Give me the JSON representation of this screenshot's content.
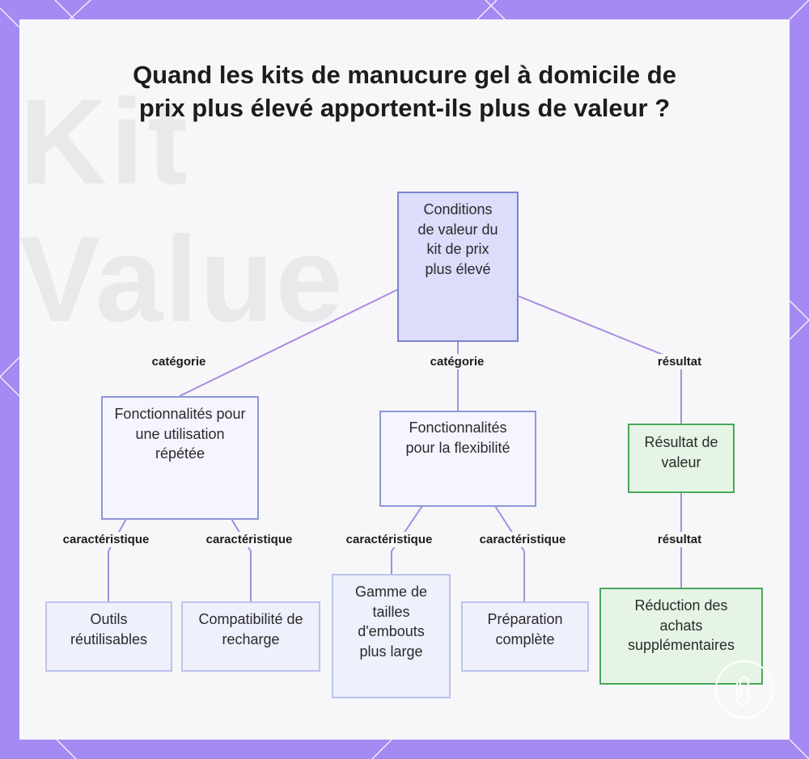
{
  "title": "Quand les kits de manucure gel à domicile de prix plus élevé apportent-ils plus de valeur ?",
  "watermark": {
    "word1": "Kit",
    "word2": "Value"
  },
  "nodes": {
    "root": "Conditions de valeur du kit de prix plus élevé",
    "repeated_use": "Fonctionnalités pour une utilisation répétée",
    "flexibility": "Fonctionnalités pour la flexibilité",
    "value_result": "Résultat de valeur",
    "reusable_tools": "Outils réutilisables",
    "refill": "Compatibilité de recharge",
    "tip_sizes": "Gamme de tailles d'embouts plus large",
    "full_prep": "Préparation complète",
    "fewer_purchases": "Réduction des achats supplémentaires"
  },
  "edges": {
    "root_repeated": "catégorie",
    "root_flexibility": "catégorie",
    "root_result": "résultat",
    "repeated_tools": "caractéristique",
    "repeated_refill": "caractéristique",
    "flex_tips": "caractéristique",
    "flex_prep": "caractéristique",
    "result_purchases": "résultat"
  },
  "colors": {
    "frame": "#a48af2",
    "connector": "#a98be0",
    "category_node": "#dcdcfb",
    "result_node": "#e6f4e6",
    "result_border": "#48a75a"
  },
  "icons": {
    "badge": "paperclip-icon"
  }
}
